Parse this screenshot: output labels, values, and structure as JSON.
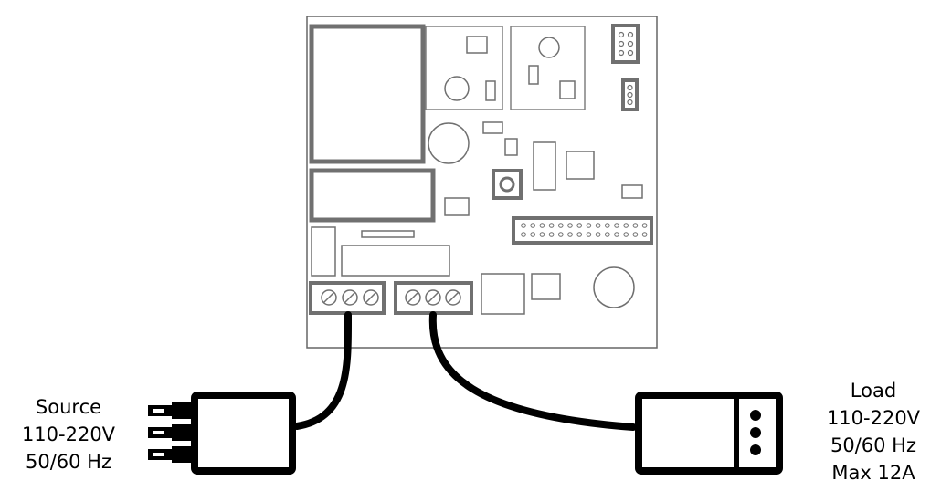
{
  "source": {
    "lines": [
      "Source",
      "110-220V",
      "50/60 Hz"
    ]
  },
  "load": {
    "lines": [
      "Load",
      "110-220V",
      "50/60 Hz",
      "Max 12A"
    ]
  },
  "colors": {
    "board_fill": "#ffffff",
    "board_outline": "#666666",
    "component_gray": "#707070",
    "thin_outline": "#808080",
    "cable": "#000000",
    "text": "#000000"
  }
}
